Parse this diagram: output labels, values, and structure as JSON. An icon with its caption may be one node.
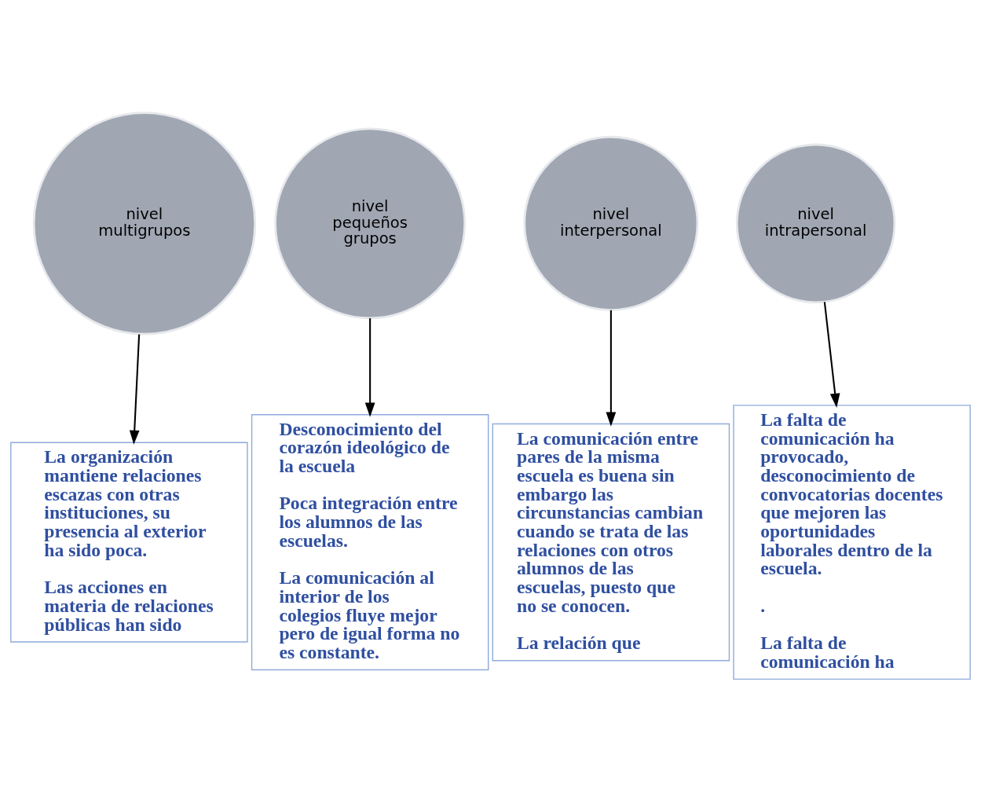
{
  "diagram": {
    "nodes": [
      {
        "text": [
          "nivel multigrupos"
        ]
      },
      {
        "text": [
          "nivel pequeños grupos"
        ]
      },
      {
        "text": [
          "nivel interpersonal"
        ]
      },
      {
        "text": [
          "nivel intrapersonal"
        ]
      },
      {
        "text": [
          "La organización mantiene relaciones escazas con otras instituciones, su presencia al exterior ha sido poca.",
          "Las acciones en materia de relaciones públicas han sido"
        ]
      },
      {
        "text": [
          "Desconocimiento del corazón ideológico de la escuela",
          "Poca integración entre los alumnos de las escuelas.",
          "La comunicación al interior de los colegios fluye mejor pero de igual forma no es constante."
        ]
      },
      {
        "text": [
          "La comunicación entre pares de la misma escuela es buena sin embargo las circunstancias cambian cuando se trata de las relaciones con otros alumnos de las escuelas, puesto que no se conocen.",
          "La relación que"
        ]
      },
      {
        "text": [
          "La falta de comunicación ha provocado, desconocimiento de convocatorias docentes que mejoren las oportunidades laborales dentro de la escuela.",
          ".",
          "La falta de comunicación ha"
        ]
      }
    ],
    "edges": [
      {
        "from": 0,
        "to": 4,
        "arrow": "to"
      },
      {
        "from": 1,
        "to": 5,
        "arrow": "to"
      },
      {
        "from": 2,
        "to": 6,
        "arrow": "to"
      },
      {
        "from": 3,
        "to": 7,
        "arrow": "to"
      }
    ]
  }
}
